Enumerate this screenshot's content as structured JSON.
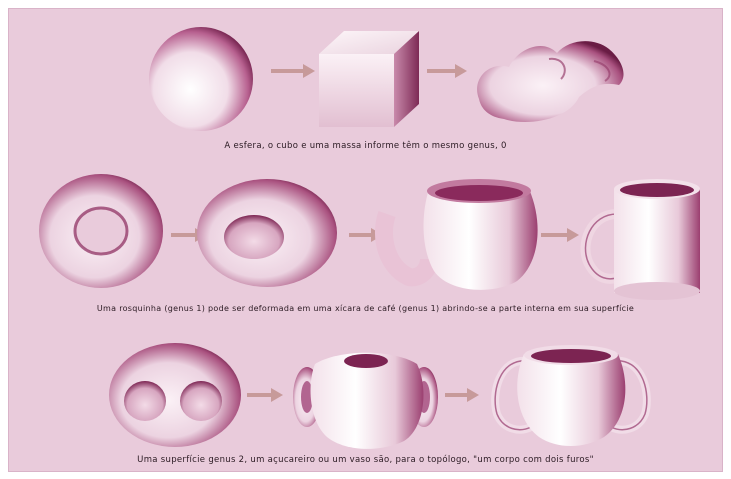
{
  "rows": [
    {
      "caption": "A esfera, o cubo e uma massa informe têm o mesmo genus, 0"
    },
    {
      "caption": "Uma rosquinha (genus 1) pode ser deformada em uma xícara de café (genus 1) abrindo-se a parte interna em sua superfície"
    },
    {
      "caption": "Uma superfície genus 2, um açucareiro ou um vaso são, para o topólogo, \"um corpo com dois furos\""
    }
  ],
  "colors": {
    "background": "#e9cbdb",
    "shade": "#8a2a5c",
    "arrow": "#c79a9a",
    "caption": "#2a1a22"
  }
}
